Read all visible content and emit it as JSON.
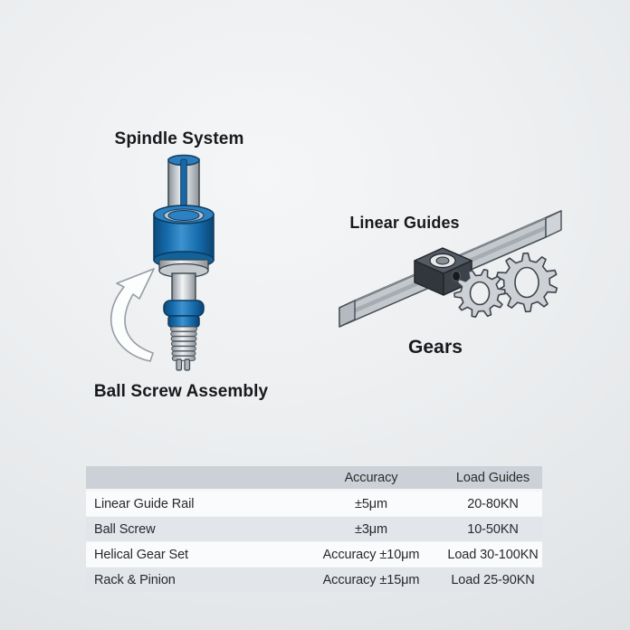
{
  "labels": {
    "spindle": "Spindle System",
    "ball_screw": "Ball Screw Assembly",
    "linear_guides": "Linear Guides",
    "gears": "Gears"
  },
  "illustrations": {
    "spindle": "spindle-motor-with-shaft-illustration",
    "ball_screw": "threaded-ball-screw-with-rotation-arrow-illustration",
    "linear_guide": "guide-rail-with-carriage-block-illustration",
    "gears": "two-meshing-spur-gears-illustration"
  },
  "table": {
    "headers": [
      "",
      "Accuracy",
      "Load Guides"
    ],
    "rows": [
      {
        "component": "Linear Guide Rail",
        "accuracy": "±5μm",
        "load": "20-80KN"
      },
      {
        "component": "Ball Screw",
        "accuracy": "±3μm",
        "load": "10-50KN"
      },
      {
        "component": "Helical Gear Set",
        "accuracy": "Accuracy ±10μm",
        "load": "Load 30-100KN"
      },
      {
        "component": "Rack & Pinion",
        "accuracy": "Accuracy ±15μm",
        "load": "Load 25-90KN"
      }
    ]
  },
  "colors": {
    "accent_blue": "#1b74b4",
    "blue_dark": "#0d3a5e",
    "metal_gray": "#c7ccd0",
    "dark_block": "#33383f",
    "outline": "#39454d",
    "table_header_bg": "#ccd1d7",
    "table_row_bg": "#fafbfc",
    "table_row_alt_bg": "#e2e5e9",
    "text": "#26292d",
    "background": "#eceef0"
  }
}
